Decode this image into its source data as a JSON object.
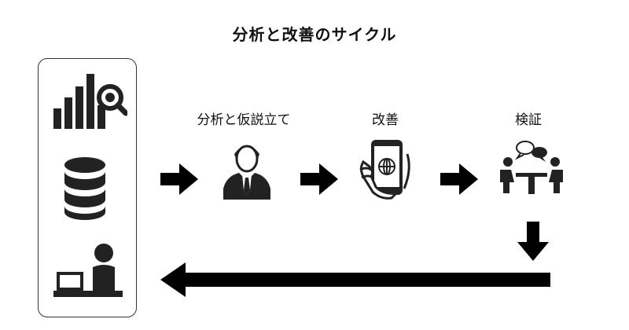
{
  "title": "分析と改善のサイクル",
  "steps": [
    {
      "label": "分析と仮説立て",
      "icon": "businessman-icon"
    },
    {
      "label": "改善",
      "icon": "smartphone-in-hand-icon"
    },
    {
      "label": "検証",
      "icon": "meeting-discussion-icon"
    }
  ],
  "data_sources": [
    {
      "icon": "bar-chart-search-icon"
    },
    {
      "icon": "database-icon"
    },
    {
      "icon": "person-at-laptop-icon"
    }
  ],
  "colors": {
    "ink": "#222222",
    "background": "#ffffff"
  }
}
